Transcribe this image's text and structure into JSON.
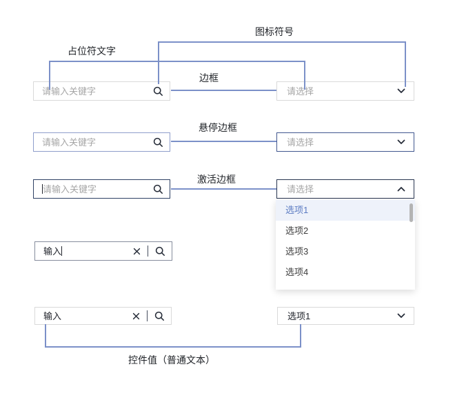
{
  "annotations": {
    "icon_symbol": "图标符号",
    "placeholder_text": "占位符文字",
    "border": "边框",
    "hover_border": "悬停边框",
    "active_border": "激活边框",
    "control_value": "控件值（普通文本）"
  },
  "search_input": {
    "placeholder": "请输入关键字",
    "typed_value": "输入"
  },
  "dropdown_select": {
    "placeholder": "请选择",
    "selected_value": "选项1",
    "options": [
      "选项1",
      "选项2",
      "选项3",
      "选项4"
    ]
  },
  "colors": {
    "connector_line": "#7b90c8",
    "border_normal": "#d9d9d9",
    "input_hover_border": "#8e9dcb",
    "select_hover_border": "#40568e",
    "input_active_border": "#2d3f63",
    "select_active_border": "#27344f",
    "value_input_border": "#858c9c",
    "placeholder_text": "#a6a6a6",
    "value_text": "#20232b",
    "icon": "#262c38",
    "selected_option_text": "#5b7bc2",
    "selected_option_bg": "#eef2fa"
  }
}
